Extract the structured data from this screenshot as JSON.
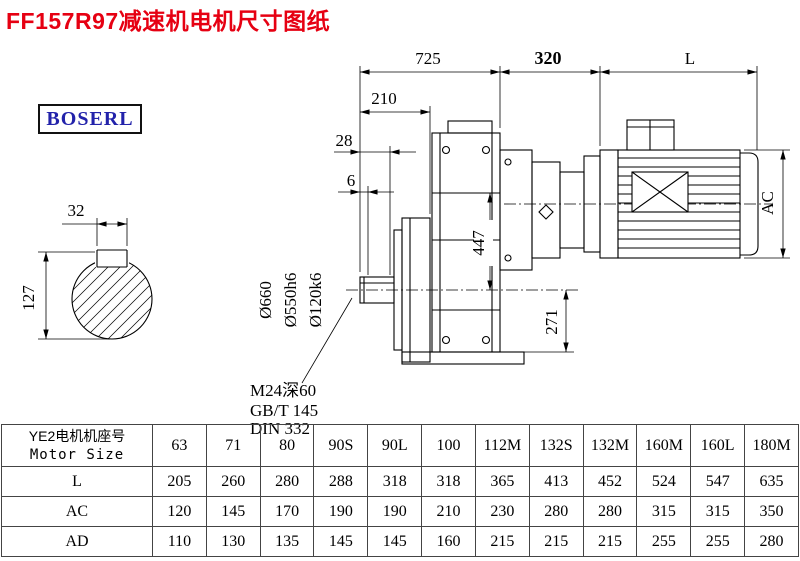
{
  "title": "FF157R97减速机电机尺寸图纸",
  "logo": "BOSERL",
  "colors": {
    "title": "#e60012",
    "logo": "#2222aa",
    "line": "#000000"
  },
  "drawing": {
    "dims": {
      "top725": "725",
      "top320": "320",
      "topL": "L",
      "d210": "210",
      "d28": "28",
      "d6": "6",
      "d32": "32",
      "d127": "127",
      "dAC": "AC",
      "d447": "447",
      "d271": "271",
      "dia660": "Ø660",
      "dia550": "Ø550h6",
      "dia120": "Ø120k6",
      "thread": "M24深60",
      "gbt": "GB/T 145",
      "din": "DIN 332"
    }
  },
  "table": {
    "header_cn": "YE2电机机座号",
    "header_en": "Motor Size",
    "columns": [
      "63",
      "71",
      "80",
      "90S",
      "90L",
      "100",
      "112M",
      "132S",
      "132M",
      "160M",
      "160L",
      "180M"
    ],
    "rows": [
      {
        "label": "L",
        "values": [
          "205",
          "260",
          "280",
          "288",
          "318",
          "318",
          "365",
          "413",
          "452",
          "524",
          "547",
          "635"
        ]
      },
      {
        "label": "AC",
        "values": [
          "120",
          "145",
          "170",
          "190",
          "190",
          "210",
          "230",
          "280",
          "280",
          "315",
          "315",
          "350"
        ]
      },
      {
        "label": "AD",
        "values": [
          "110",
          "130",
          "135",
          "145",
          "145",
          "160",
          "215",
          "215",
          "215",
          "255",
          "255",
          "280"
        ]
      }
    ]
  }
}
